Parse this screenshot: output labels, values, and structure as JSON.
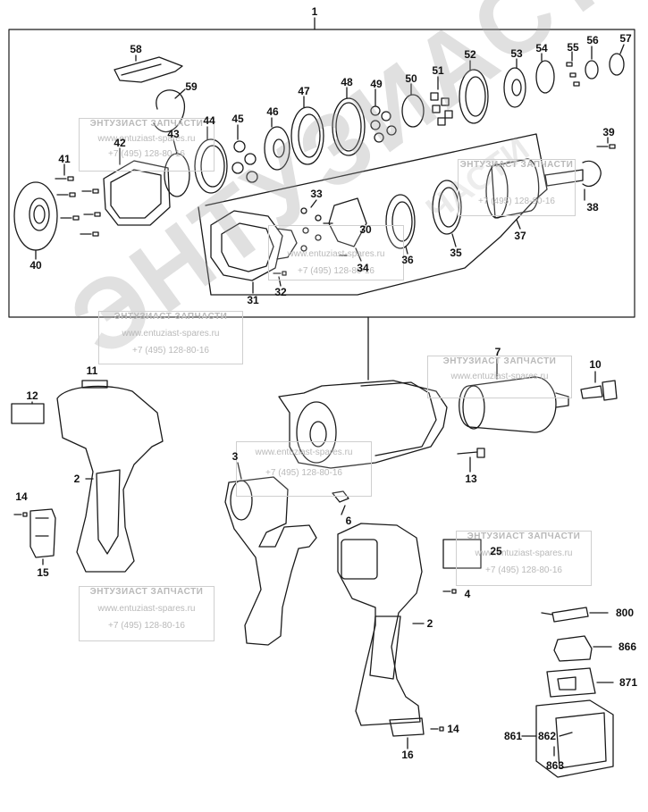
{
  "callouts": {
    "c1": "1",
    "c58": "58",
    "c59": "59",
    "c44": "44",
    "c45": "45",
    "c46": "46",
    "c47": "47",
    "c48": "48",
    "c49": "49",
    "c50": "50",
    "c51": "51",
    "c52": "52",
    "c53": "53",
    "c54": "54",
    "c55": "55",
    "c56": "56",
    "c57": "57",
    "c43": "43",
    "c42": "42",
    "c41": "41",
    "c40": "40",
    "c39": "39",
    "c38": "38",
    "c37": "37",
    "c36": "36",
    "c35": "35",
    "c34": "34",
    "c33": "33",
    "c32": "32",
    "c31": "31",
    "c30": "30",
    "c11": "11",
    "c12": "12",
    "c2a": "2",
    "c2b": "2",
    "c3": "3",
    "c4": "4",
    "c6": "6",
    "c7": "7",
    "c10": "10",
    "c13": "13",
    "c14a": "14",
    "c14b": "14",
    "c15": "15",
    "c16": "16",
    "c25": "25",
    "c800": "800",
    "c866": "866",
    "c871": "871",
    "c861": "861",
    "c862": "862",
    "c863": "863"
  },
  "watermark": {
    "title": "ЭНТУЗИАСТ ЗАПЧАСТИ",
    "site": "www.entuziast-spares.ru",
    "phone": "+7 (495) 128-80-16",
    "big": "ЭНТУЗИАСТ",
    "ghost": "ЧАСТИ"
  }
}
